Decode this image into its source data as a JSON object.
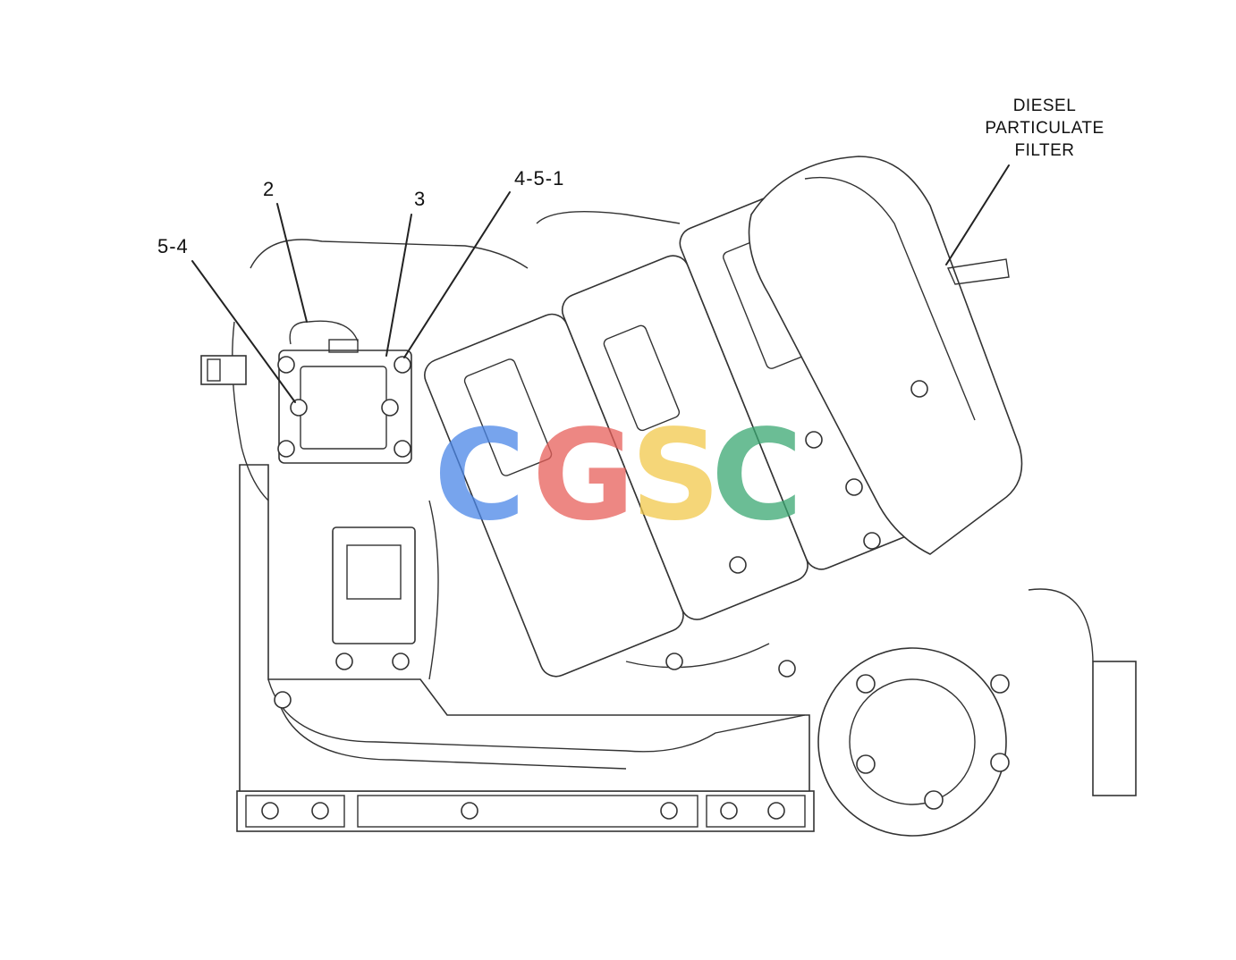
{
  "callouts": {
    "c2": "2",
    "c3": "3",
    "c451": "4-5-1",
    "c54": "5-4"
  },
  "dpf_label": {
    "line1": "DIESEL",
    "line2": "PARTICULATE",
    "line3": "FILTER"
  },
  "watermark": {
    "letters": [
      "C",
      "G",
      "S",
      "C"
    ],
    "colors": [
      "#4a86e8",
      "#e8605a",
      "#f2c94c",
      "#3aa872"
    ]
  }
}
